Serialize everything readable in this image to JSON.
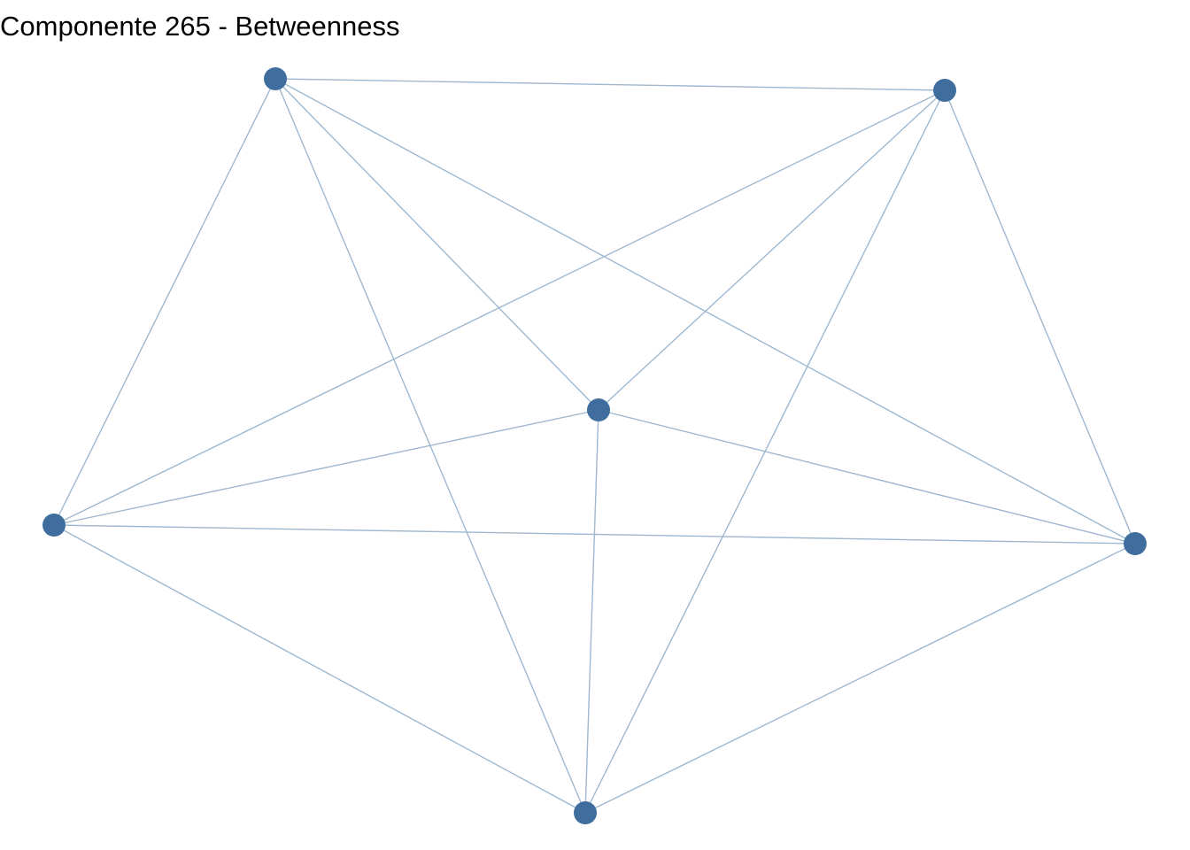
{
  "title": "Componente 265 - Betweenness",
  "colors": {
    "node": "#3f6e9e",
    "edge": "#9fb8d0",
    "background": "#ffffff",
    "title": "#000000"
  },
  "graph": {
    "node_count": 6,
    "edges": [
      [
        0,
        1
      ],
      [
        0,
        2
      ],
      [
        0,
        3
      ],
      [
        0,
        4
      ],
      [
        0,
        5
      ],
      [
        1,
        2
      ],
      [
        1,
        3
      ],
      [
        1,
        4
      ],
      [
        1,
        5
      ],
      [
        2,
        3
      ],
      [
        2,
        4
      ],
      [
        2,
        5
      ],
      [
        3,
        4
      ],
      [
        3,
        5
      ],
      [
        4,
        5
      ]
    ]
  }
}
